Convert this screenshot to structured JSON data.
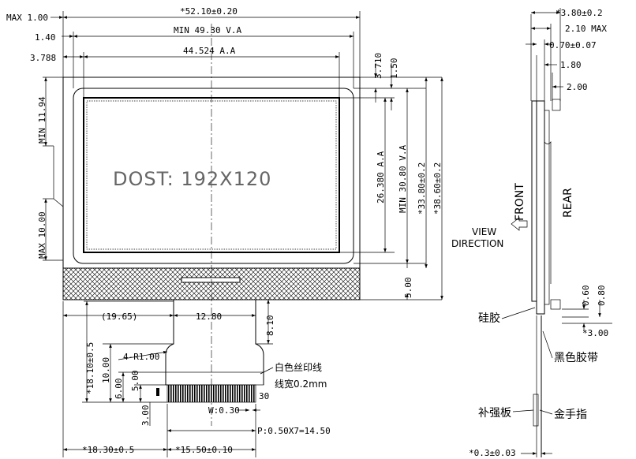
{
  "front_view": {
    "display_text": "DOST: 192X120",
    "dims_top": {
      "max_left": "MAX 1.00",
      "outline_width": "*52.10±0.20",
      "va_left": "1.40",
      "va_width": "MIN 49.30 V.A",
      "aa_left": "3.788",
      "aa_width": "44.524 A.A"
    },
    "dims_right": {
      "top_3710": "3.710",
      "top_150": "1.50",
      "aa_height": "26.380 A.A",
      "va_height": "MIN 30.80 V.A",
      "h_3380": "*33.80±0.2",
      "h_3860": "*38.60±0.2",
      "bottom_500": "5.00"
    },
    "dims_left": {
      "min_1194": "MIN 11.94",
      "max_1000": "MAX 10.00"
    }
  },
  "fpc": {
    "left_offset": "(19.65)",
    "fpc_width": "12.80",
    "fpc_depth": "8.10",
    "total_len": "*18.10±0.5",
    "len_1000": "10.00",
    "len_600": "6.00",
    "len_500": "5.00",
    "len_300": "3.00",
    "radius": "4-R1.00",
    "silk_note": "白色丝印线",
    "line_width_note": "线宽0.2mm",
    "pin_count": "30",
    "pin_width": "W:0.30",
    "pitch": "P:0.50X7=14.50",
    "offset_left": "*18.30±0.5",
    "finger_width": "*15.50±0.10"
  },
  "side_view": {
    "t_380": "*3.80±0.2",
    "max_210": "2.10 MAX",
    "t_070": "0.70±0.07",
    "t_180": "1.80",
    "t_200": "2.00",
    "front": "FRONT",
    "rear": "REAR",
    "view": "VIEW",
    "direction": "DIRECTION",
    "silicone": "硅胶",
    "black_tape": "黑色胶带",
    "stiffener": "补强板",
    "gold_finger": "金手指",
    "t_060": "0.60",
    "t_080": "0.80",
    "t_300": "*3.00",
    "t_03": "*0.3±0.03"
  }
}
